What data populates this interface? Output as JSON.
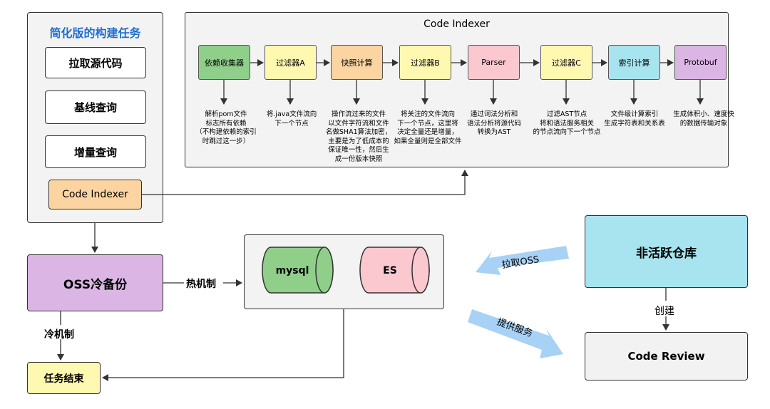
{
  "left_panel": {
    "title": "简化版的构建任务",
    "steps": [
      "拉取源代码",
      "基线查询",
      "增量查询",
      "Code Indexer"
    ]
  },
  "indexer": {
    "title": "Code Indexer",
    "stages": [
      {
        "label": "依赖收集器",
        "note": "解析pom文件\n标志所有依赖\n（不构建依赖的索引\n时跳过这一步）"
      },
      {
        "label": "过滤器A",
        "note": "将.java文件流向\n下一个节点"
      },
      {
        "label": "快照计算",
        "note": "操作流过来的文件\n以文件字符流和文件\n名做SHA1算法加密，\n主要是为了低成本的\n保证唯一性，然后生\n成一份版本快照"
      },
      {
        "label": "过滤器B",
        "note": "将关注的文件流向\n下一个节点，这里将\n决定全量还是增量，\n如果全量则是全部文件"
      },
      {
        "label": "Parser",
        "note": "通过词法分析和\n语法分析将源代码\n转换为AST"
      },
      {
        "label": "过滤器C",
        "note": "过滤AST节点\n将和语法服务相关\n的节点流向下一个节点"
      },
      {
        "label": "索引计算",
        "note": "文件级计算索引\n生成字符表和关系表"
      },
      {
        "label": "Protobuf",
        "note": "生成体积小、速度快\n的数据传输对象"
      }
    ]
  },
  "oss": {
    "label": "OSS冷备份"
  },
  "hot": {
    "label": "热机制"
  },
  "cold": {
    "label": "冷机制"
  },
  "task_end": {
    "label": "任务结束"
  },
  "storage": {
    "mysql": "mysql",
    "es": "ES"
  },
  "inactive_repo": {
    "label": "非活跃仓库"
  },
  "create": {
    "label": "创建"
  },
  "code_review": {
    "label": "Code Review"
  },
  "pull_oss": {
    "label": "拉取OSS"
  },
  "provide_service": {
    "label": "提供服务"
  },
  "colors": {
    "green": "#8fcf8a",
    "yellow": "#fff8b0",
    "orange": "#fbd4a1",
    "pink": "#fbc8d0",
    "cyan": "#a7e4ef",
    "purple": "#dbb6e4",
    "grey": "#f2f2f2",
    "blue_arrow": "#a8d2f5"
  }
}
